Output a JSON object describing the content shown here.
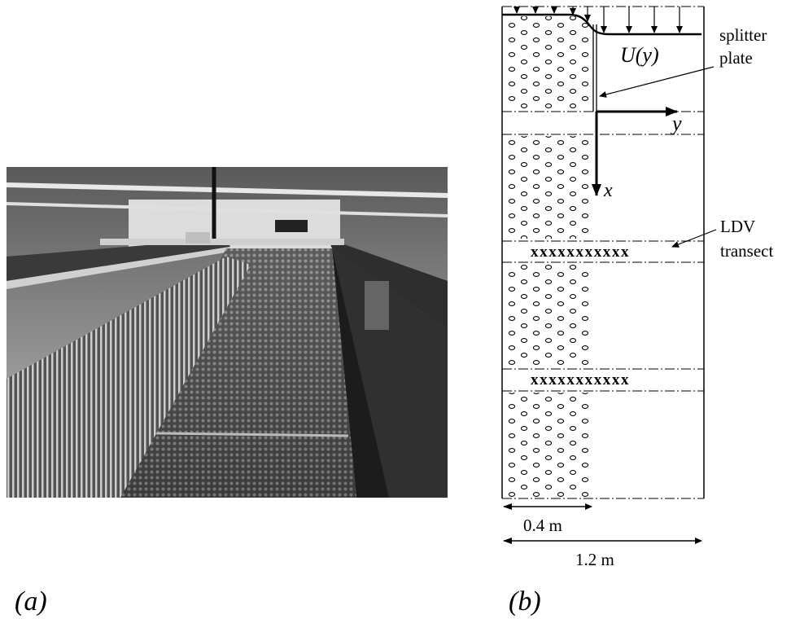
{
  "panels": {
    "a": {
      "label": "(a)"
    },
    "b": {
      "label": "(b)"
    }
  },
  "diagram": {
    "velocity_label": "U(y)",
    "splitter_label_line1": "splitter",
    "splitter_label_line2": "plate",
    "ldv_label_line1": "LDV",
    "ldv_label_line2": "transect",
    "axis_y": "y",
    "axis_x": "x",
    "transect_marks": "xxxxxxxxxxx",
    "dim_vegetation": "0.4 m",
    "dim_total": "1.2 m"
  }
}
